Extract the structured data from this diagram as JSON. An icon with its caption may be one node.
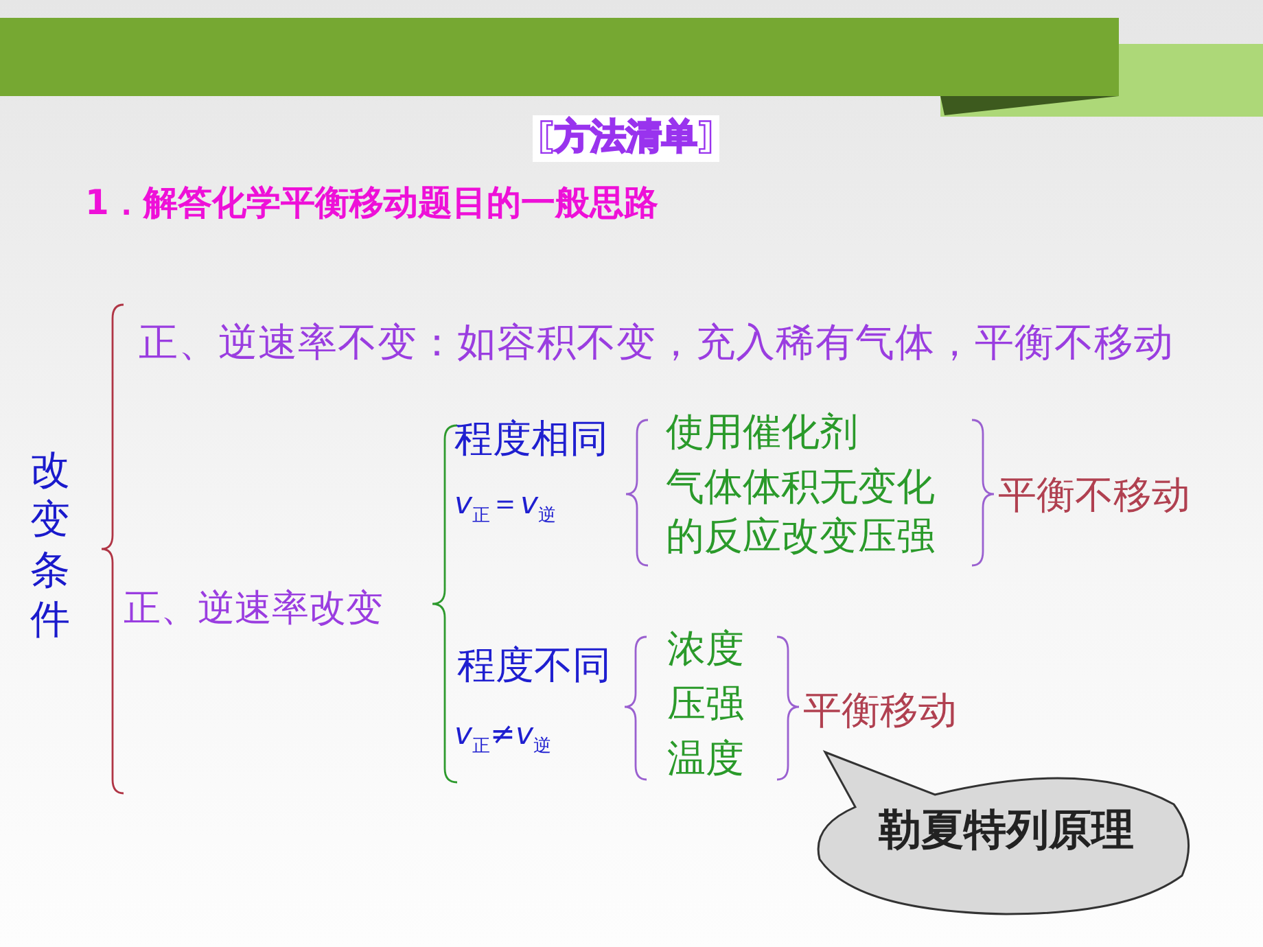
{
  "diagram": {
    "title": "1．解答化学平衡移动题目的一般思路",
    "nodes": [
      {
        "text": [
          "勒夏特列原理"
        ]
      }
    ],
    "edges": [],
    "labels": [
      "[方法清单]",
      "改变条件",
      "正、逆速率不变：如容积不变，充入稀有气体，平衡不移动",
      "程度相同",
      "*v*$_{正}$＝*v*$_{逆}$",
      "使用催化剂",
      "气体体积无变化的反应改变压强",
      "平衡不移动",
      "正、逆速率改变",
      "程度不同",
      "*v*$_{正}$≠*v*$_{逆}$",
      "浓度",
      "压强",
      "温度",
      "平衡移动"
    ]
  }
}
